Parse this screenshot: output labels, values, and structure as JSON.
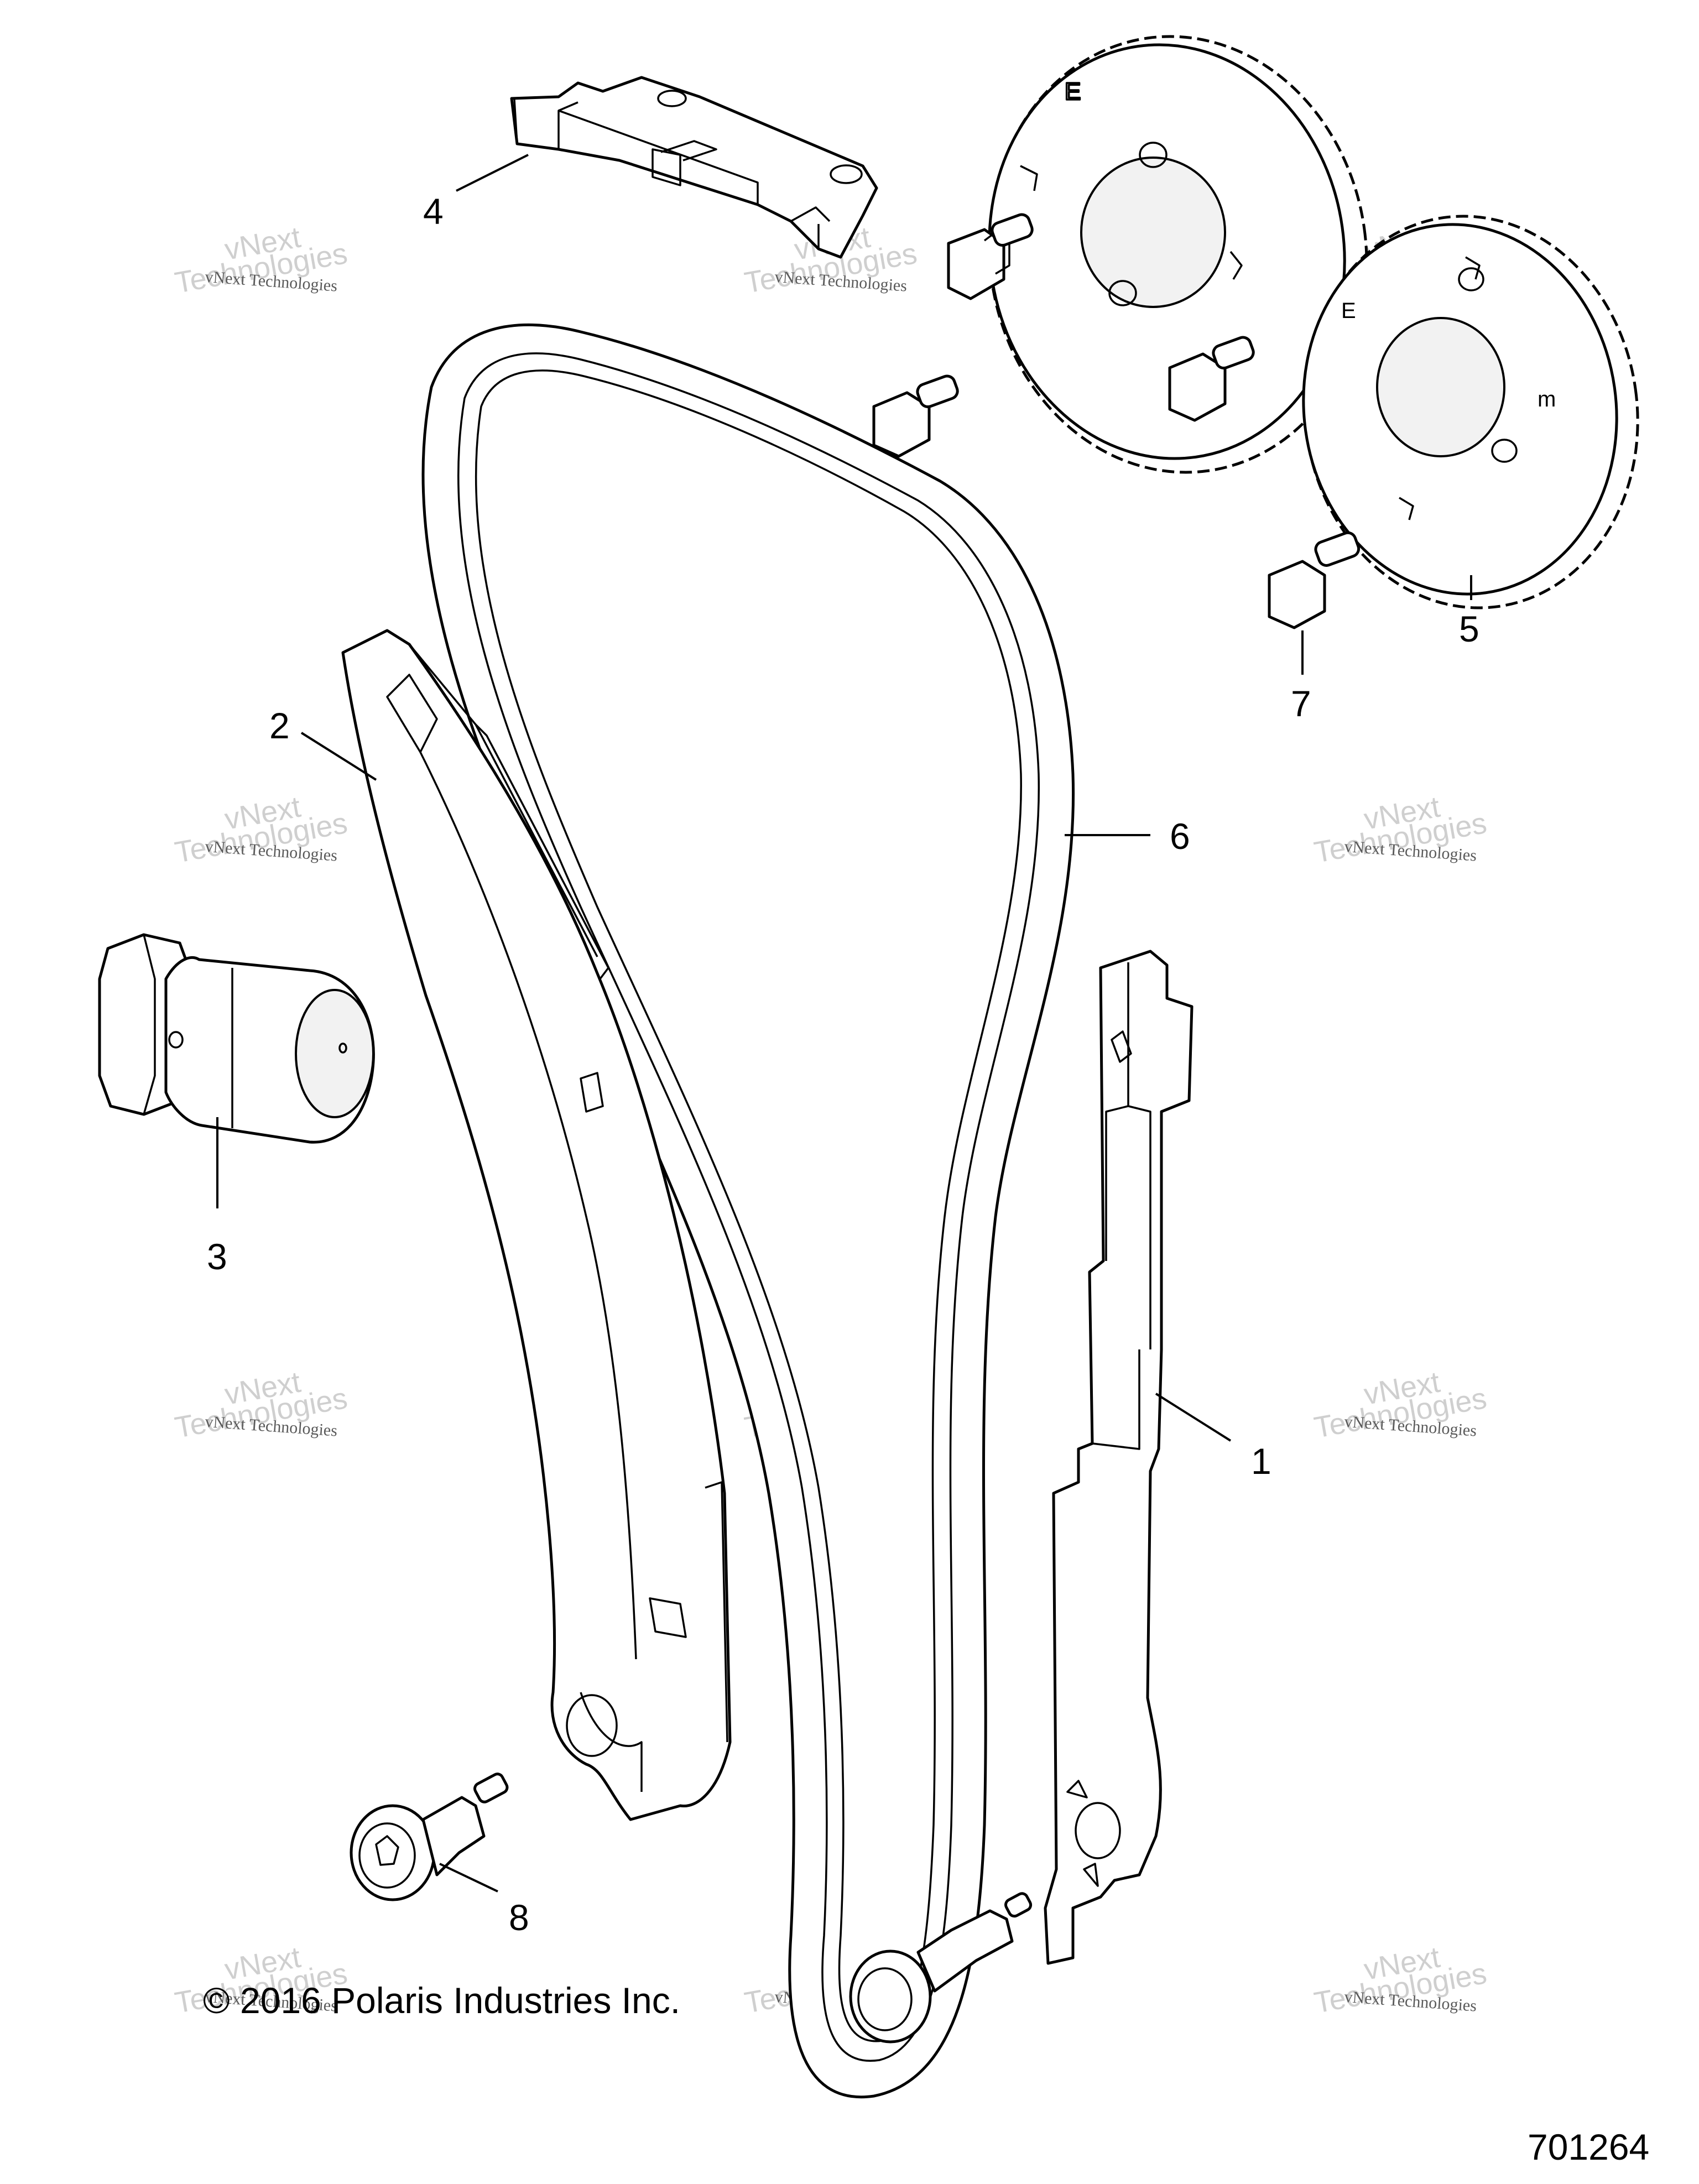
{
  "callouts": [
    {
      "id": "1",
      "label": "1"
    },
    {
      "id": "2",
      "label": "2"
    },
    {
      "id": "3",
      "label": "3"
    },
    {
      "id": "4",
      "label": "4"
    },
    {
      "id": "5",
      "label": "5"
    },
    {
      "id": "6",
      "label": "6"
    },
    {
      "id": "7",
      "label": "7"
    },
    {
      "id": "8",
      "label": "8"
    }
  ],
  "watermark": {
    "brand_small": "vNext Technologies",
    "brand_large_top": "vNext",
    "brand_large_bottom": "Technologies"
  },
  "copyright": "© 2016 Polaris Industries Inc.",
  "figure_number": "701264"
}
